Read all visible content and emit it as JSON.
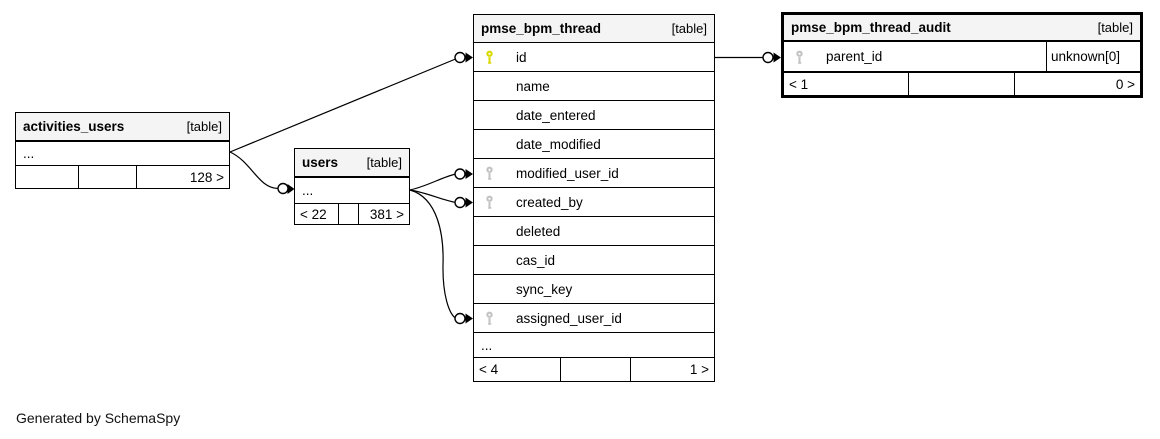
{
  "page": {
    "footer_note": "Generated by SchemaSpy"
  },
  "colors": {
    "header_bg": "#f4f4f4",
    "border": "#000000",
    "primary_key_icon": "#d9d900",
    "foreign_key_icon": "#c3c3c3"
  },
  "tables": {
    "activities_users": {
      "name": "activities_users",
      "type_label": "[table]",
      "ellipsis": "...",
      "footer": {
        "left": "",
        "mid": "",
        "right": "128 >"
      }
    },
    "users": {
      "name": "users",
      "type_label": "[table]",
      "ellipsis": "...",
      "footer": {
        "left": "< 22",
        "mid": "",
        "right": "381 >"
      }
    },
    "pmse_bpm_thread": {
      "name": "pmse_bpm_thread",
      "type_label": "[table]",
      "columns": [
        {
          "name": "id",
          "key": "primary"
        },
        {
          "name": "name",
          "key": "none"
        },
        {
          "name": "date_entered",
          "key": "none"
        },
        {
          "name": "date_modified",
          "key": "none"
        },
        {
          "name": "modified_user_id",
          "key": "foreign"
        },
        {
          "name": "created_by",
          "key": "foreign"
        },
        {
          "name": "deleted",
          "key": "none"
        },
        {
          "name": "cas_id",
          "key": "none"
        },
        {
          "name": "sync_key",
          "key": "none"
        },
        {
          "name": "assigned_user_id",
          "key": "foreign"
        }
      ],
      "ellipsis": "...",
      "footer": {
        "left": "< 4",
        "mid": "",
        "right": "1 >"
      }
    },
    "pmse_bpm_thread_audit": {
      "name": "pmse_bpm_thread_audit",
      "type_label": "[table]",
      "columns": [
        {
          "name": "parent_id",
          "key": "foreign",
          "note": "unknown[0]"
        }
      ],
      "footer": {
        "left": "< 1",
        "mid": "",
        "right": "0 >"
      }
    }
  },
  "relationships": [
    {
      "from": "activities_users",
      "to": "pmse_bpm_thread.id"
    },
    {
      "from": "activities_users",
      "to": "users"
    },
    {
      "from": "users",
      "to": "pmse_bpm_thread.modified_user_id"
    },
    {
      "from": "users",
      "to": "pmse_bpm_thread.created_by"
    },
    {
      "from": "users",
      "to": "pmse_bpm_thread.assigned_user_id"
    },
    {
      "from": "pmse_bpm_thread.id",
      "to": "pmse_bpm_thread_audit.parent_id"
    }
  ]
}
